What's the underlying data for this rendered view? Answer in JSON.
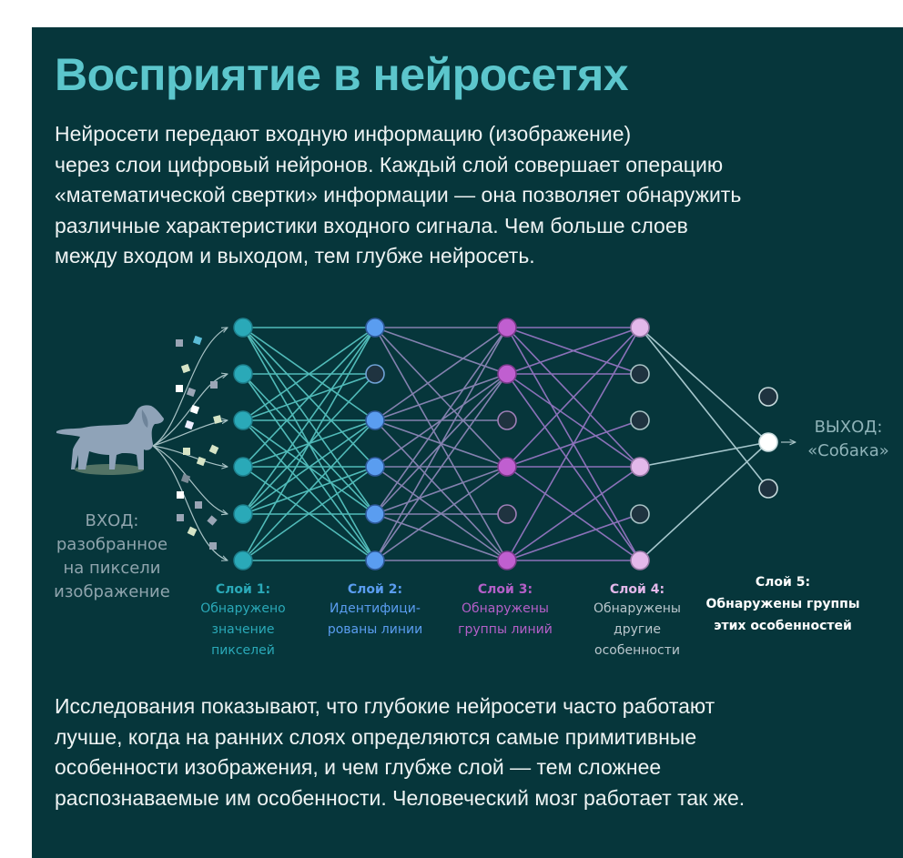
{
  "title": "Восприятие в нейросетях",
  "intro_lines": [
    "Нейросети передают входную информацию (изображение)",
    "через слои цифровый нейронов. Каждый слой совершает операцию",
    "«математической свертки» информации — она позволяет обнаружить",
    "различные характеристики входного сигнала. Чем больше слоев",
    "между входом и выходом, тем глубже нейросеть."
  ],
  "input": {
    "icon": "dog-icon",
    "lines": [
      "ВХОД:",
      "разобранное",
      "на пиксели",
      "изображение"
    ]
  },
  "output": {
    "lines": [
      "ВЫХОД:",
      "«Собака»"
    ]
  },
  "layers": [
    {
      "heading": "Слой 1:",
      "desc": [
        "Обнаружено",
        "значение",
        "пикселей"
      ],
      "color": "#2aa9b8",
      "line_color": "#5fd3d0",
      "nodes": [
        1,
        1,
        1,
        1,
        1,
        1
      ]
    },
    {
      "heading": "Слой 2:",
      "desc": [
        "Идентифици-",
        "рованы линии"
      ],
      "color": "#5a9df0",
      "line_color": "#9a8fc4",
      "nodes": [
        1,
        0,
        1,
        1,
        1,
        1
      ]
    },
    {
      "heading": "Слой 3:",
      "desc": [
        "Обнаружены",
        "группы линий"
      ],
      "color": "#c05fd0",
      "line_color": "#a37cd0",
      "nodes": [
        1,
        1,
        0,
        1,
        0,
        1
      ]
    },
    {
      "heading": "Слой 4:",
      "desc": [
        "Обнаружены",
        "другие",
        "особенности"
      ],
      "color": "#e3b8ea",
      "line_color": "#a5c6cc",
      "nodes": [
        1,
        0,
        0,
        1,
        0,
        1
      ]
    },
    {
      "heading": "Слой 5:",
      "desc": [
        "Обнаружены группы",
        "этих особенностей"
      ],
      "color": "#ffffff",
      "nodes": [
        0,
        1,
        0
      ]
    }
  ],
  "outro_lines": [
    "Исследования показывают, что глубокие нейросети часто работают",
    "лучше, когда на ранних слоях определяются самые примитивные",
    "особенности изображения, и чем глубже слой — тем сложнее",
    "распознаваемые им особенности. Человеческий мозг работает так же."
  ],
  "colors": {
    "background": "#06363b",
    "title": "#5cc6cc",
    "text": "#eef3f3",
    "hollow_node": "#1f3340"
  }
}
